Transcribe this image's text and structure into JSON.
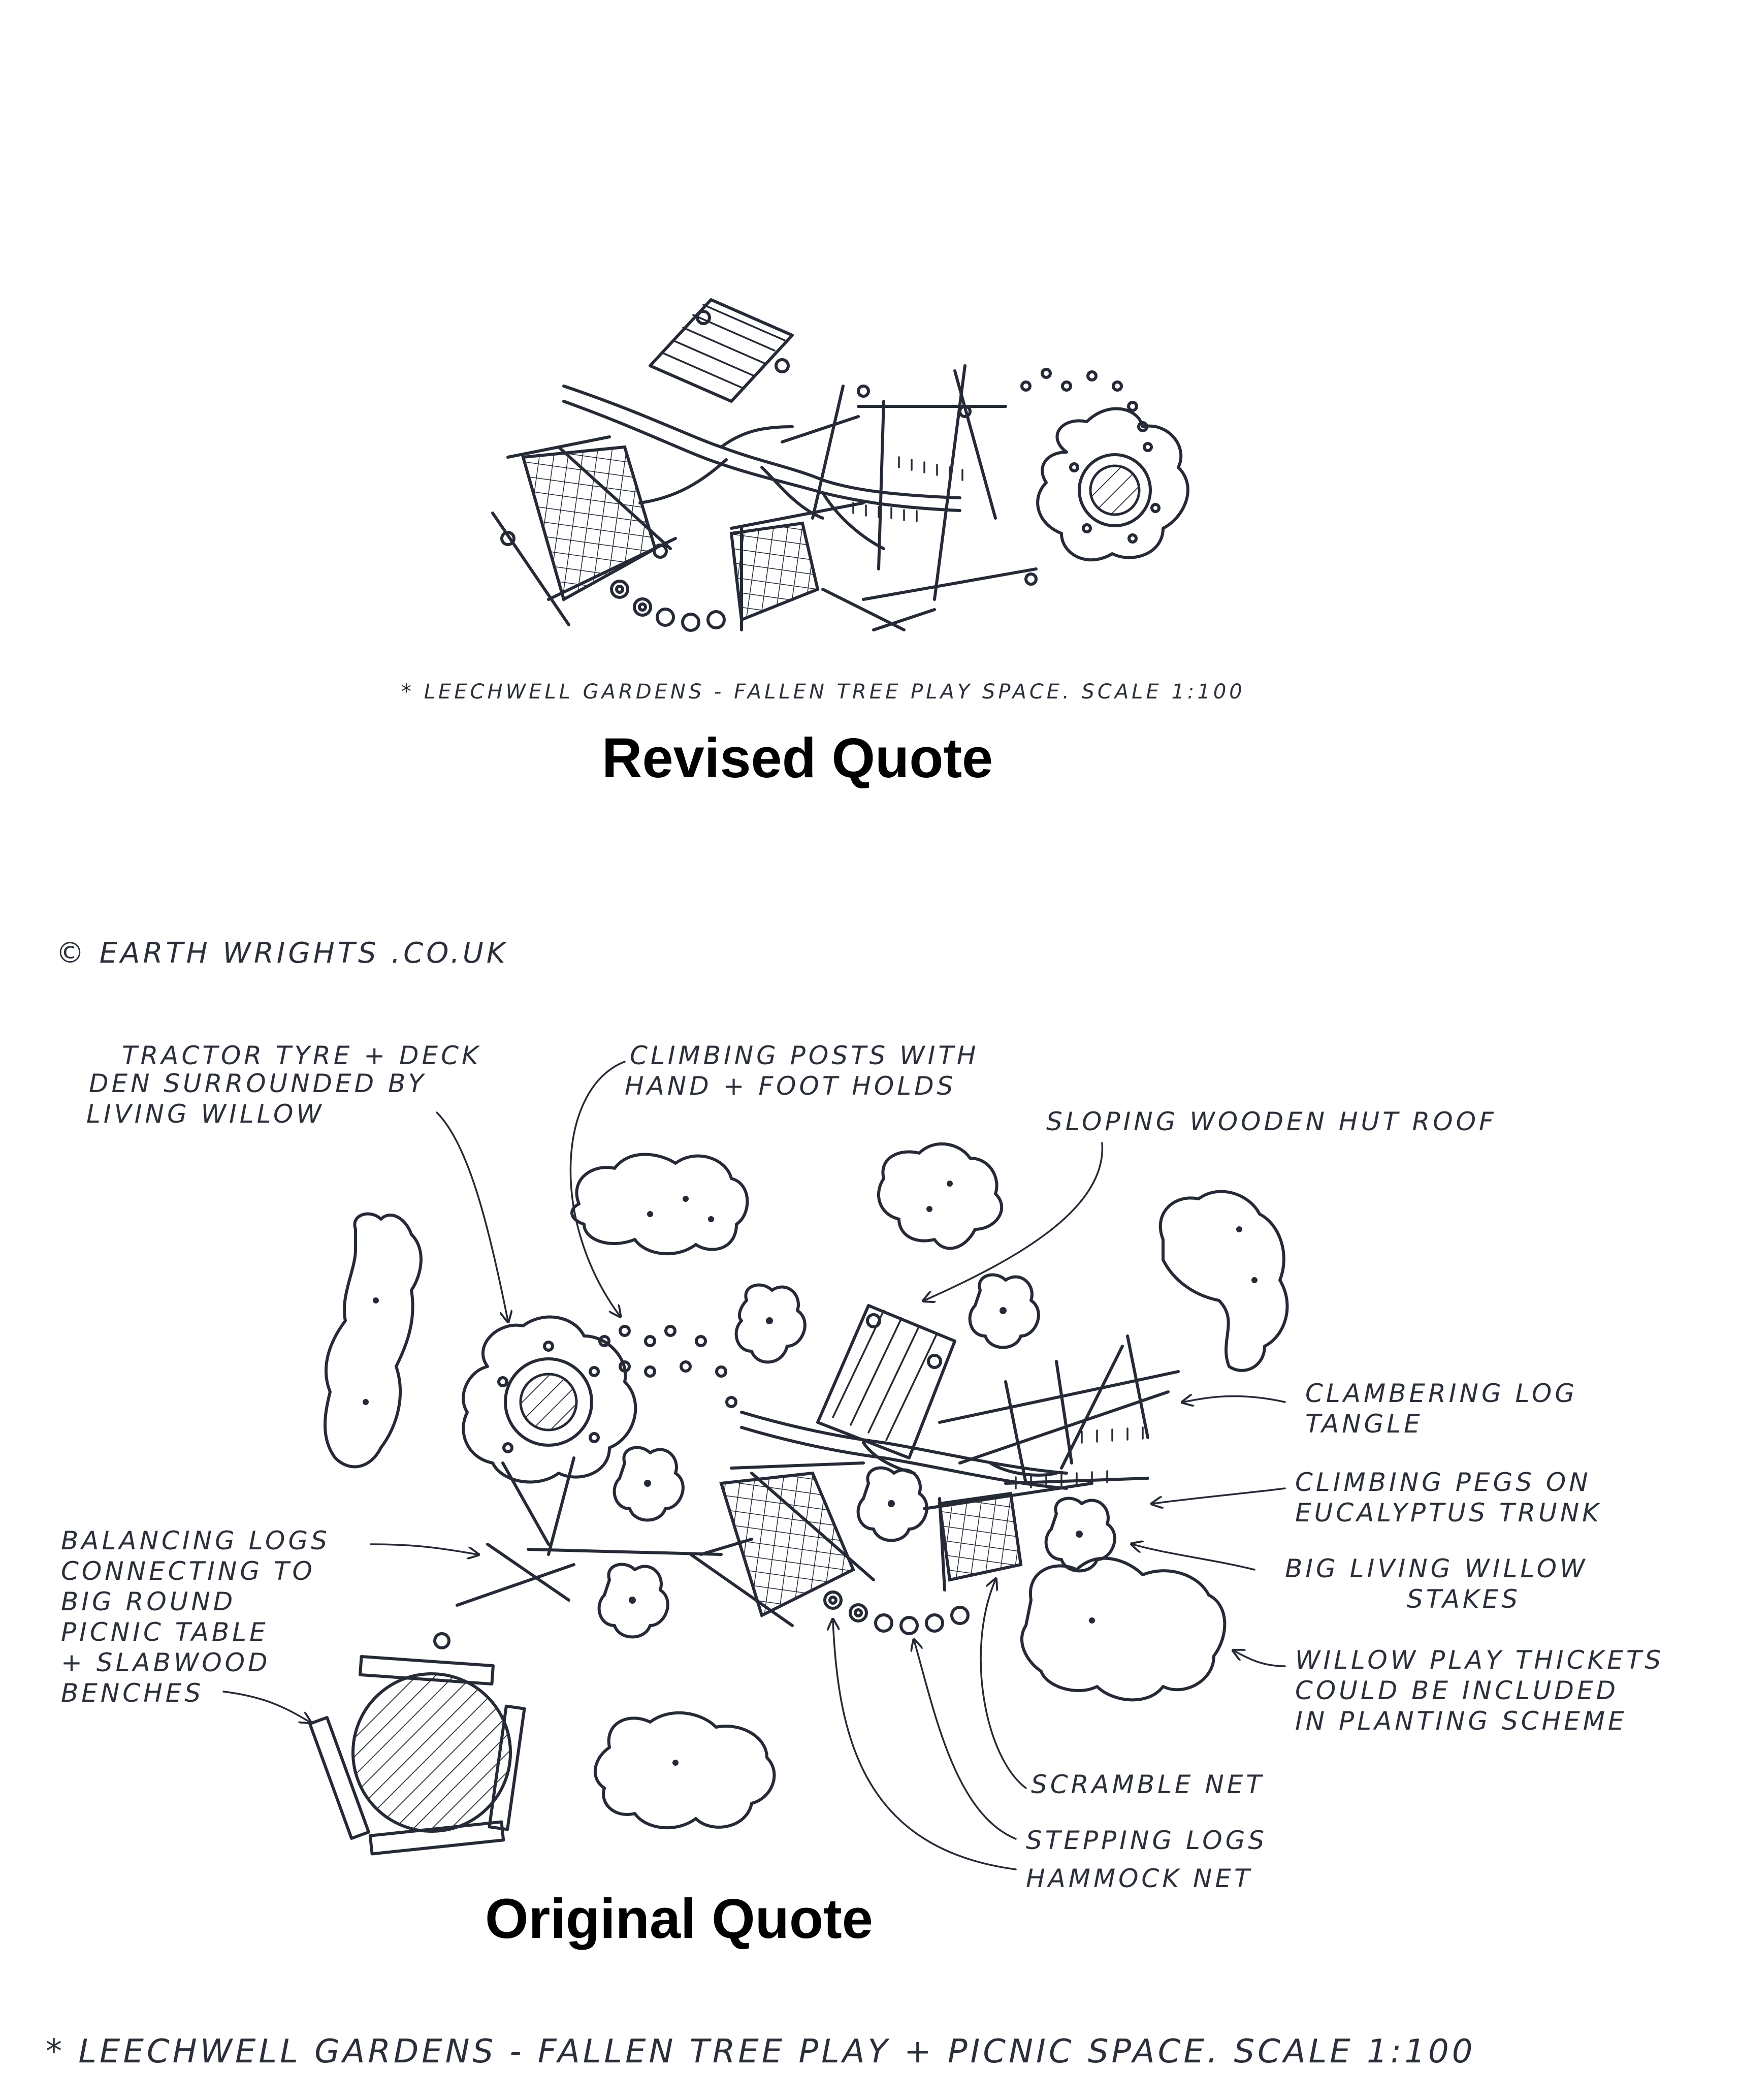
{
  "revised": {
    "caption": "* LEECHWELL GARDENS - FALLEN TREE PLAY SPACE. SCALE 1:100",
    "heading": "Revised Quote"
  },
  "original": {
    "credit": "© EARTH WRIGHTS .CO.UK",
    "heading": "Original Quote",
    "caption": "* LEECHWELL GARDENS - FALLEN TREE PLAY + PICNIC SPACE. SCALE 1:100",
    "labels": {
      "tractor": [
        "TRACTOR TYRE + DECK",
        "DEN SURROUNDED BY",
        "LIVING WILLOW"
      ],
      "climbing_posts": [
        "CLIMBING POSTS WITH",
        "HAND + FOOT HOLDS"
      ],
      "hut_roof": [
        "SLOPING WOODEN HUT ROOF"
      ],
      "log_tangle": [
        "CLAMBERING LOG",
        "TANGLE"
      ],
      "pegs": [
        "CLIMBING PEGS ON",
        "EUCALYPTUS TRUNK"
      ],
      "willow_stakes": [
        "BIG LIVING WILLOW",
        "STAKES"
      ],
      "thickets": [
        "WILLOW PLAY THICKETS",
        "COULD BE INCLUDED",
        "IN PLANTING SCHEME"
      ],
      "balancing": [
        "BALANCING LOGS",
        "CONNECTING TO",
        "BIG ROUND",
        "PICNIC TABLE",
        "+ SLABWOOD",
        "BENCHES"
      ],
      "scramble": [
        "SCRAMBLE NET"
      ],
      "stepping": [
        "STEPPING LOGS"
      ],
      "hammock": [
        "HAMMOCK NET"
      ]
    }
  }
}
